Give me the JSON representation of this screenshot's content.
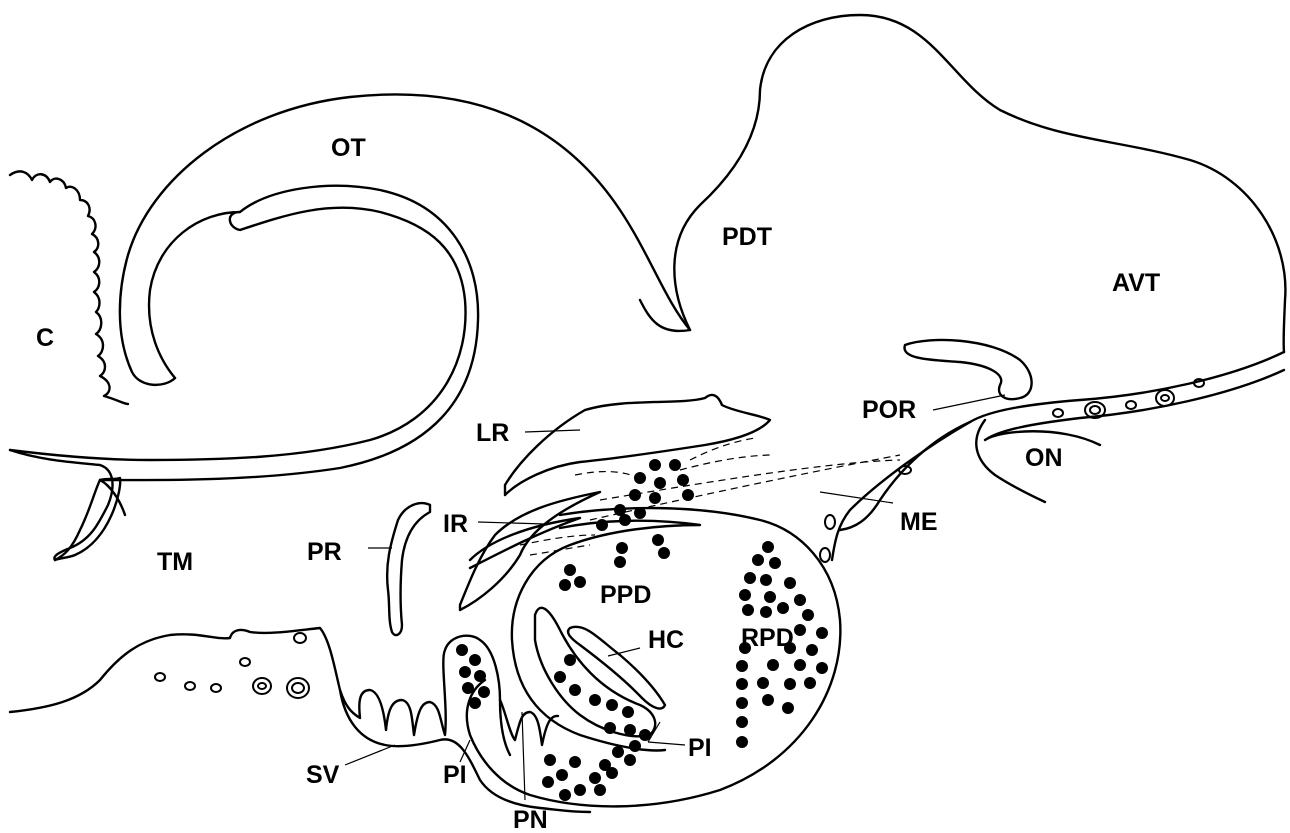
{
  "labels": {
    "c": "C",
    "ot": "OT",
    "pdt": "PDT",
    "avt": "AVT",
    "tm": "TM",
    "lr": "LR",
    "ir": "IR",
    "pr": "PR",
    "por": "POR",
    "on": "ON",
    "me": "ME",
    "ppd": "PPD",
    "rpd": "RPD",
    "hc": "HC",
    "pi_left": "PI",
    "pi_right": "PI",
    "sv": "SV",
    "pn": "PN"
  },
  "colors": {
    "ink": "#000000",
    "background": "#ffffff"
  }
}
